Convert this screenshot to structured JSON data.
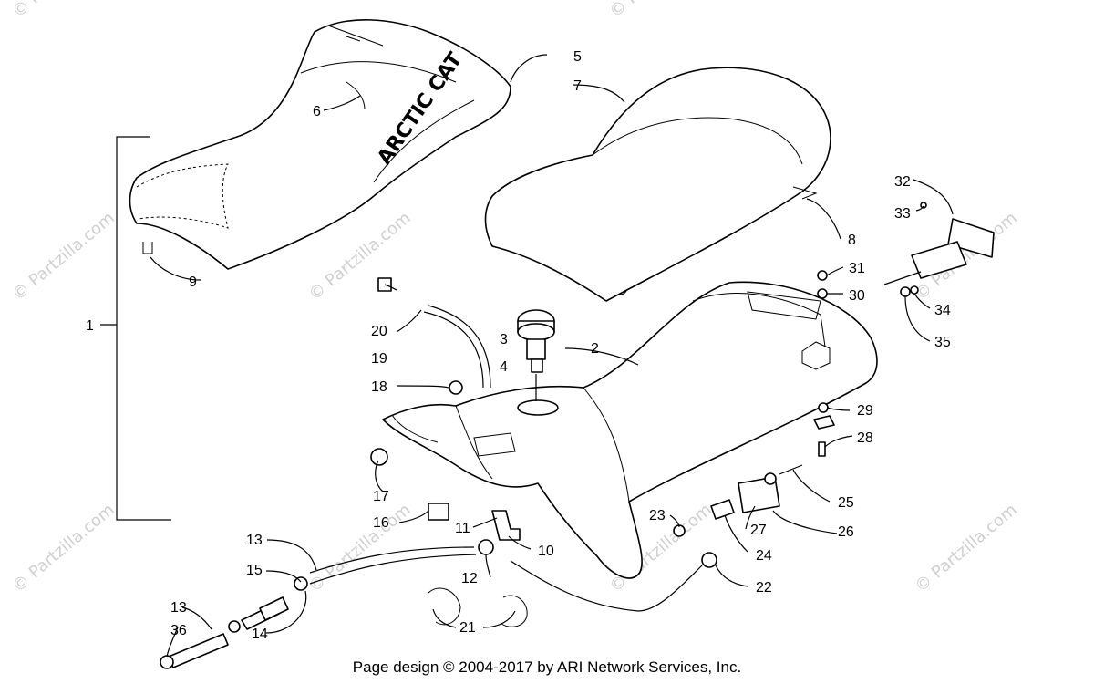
{
  "footer": "Page design © 2004-2017 by ARI Network Services, Inc.",
  "watermark": "© Partzilla.com",
  "seat_logo": "ARCTIC CAT",
  "callouts": {
    "c1": "1",
    "c2": "2",
    "c3": "3",
    "c4": "4",
    "c5": "5",
    "c6": "6",
    "c7": "7",
    "c8": "8",
    "c9": "9",
    "c10": "10",
    "c11": "11",
    "c12": "12",
    "c13a": "13",
    "c13b": "13",
    "c14": "14",
    "c15": "15",
    "c16": "16",
    "c17": "17",
    "c18": "18",
    "c19": "19",
    "c20": "20",
    "c21": "21",
    "c22": "22",
    "c23": "23",
    "c24": "24",
    "c25": "25",
    "c26": "26",
    "c27": "27",
    "c28": "28",
    "c29": "29",
    "c30": "30",
    "c31": "31",
    "c32": "32",
    "c33": "33",
    "c34": "34",
    "c35": "35",
    "c36": "36"
  }
}
